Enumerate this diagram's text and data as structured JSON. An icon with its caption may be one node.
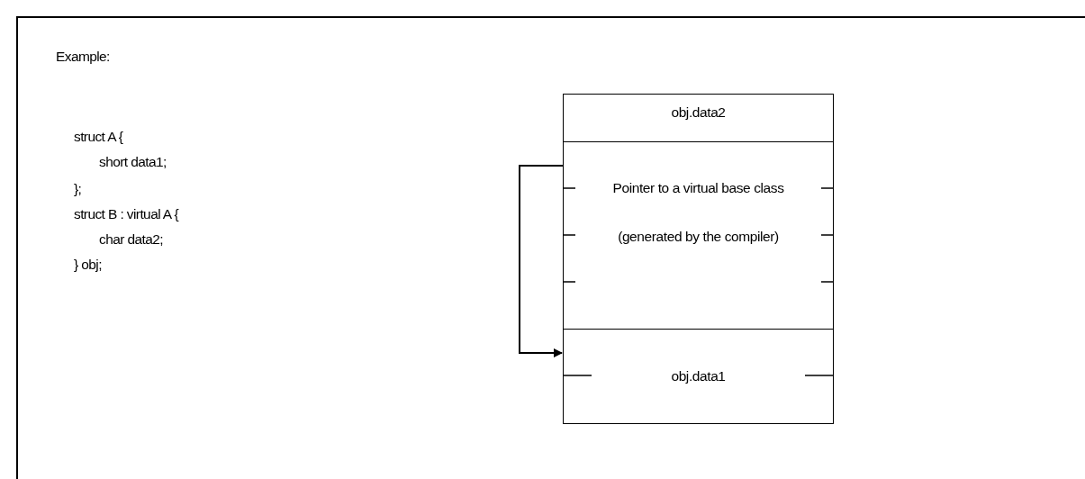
{
  "diagram": {
    "title": "Example:",
    "nodes": [
      {
        "text": [
          "obj.data2"
        ]
      },
      {
        "text": [
          "Pointer to a virtual base class",
          "(generated by the compiler)"
        ]
      },
      {
        "text": [
          "obj.data1"
        ]
      }
    ],
    "edges": [
      {
        "from": 1,
        "to": 2,
        "arrow": "to"
      }
    ],
    "labels": [
      "struct A {",
      "short data1;",
      "};",
      "struct B : virtual A {",
      "char data2;",
      "} obj;"
    ]
  }
}
